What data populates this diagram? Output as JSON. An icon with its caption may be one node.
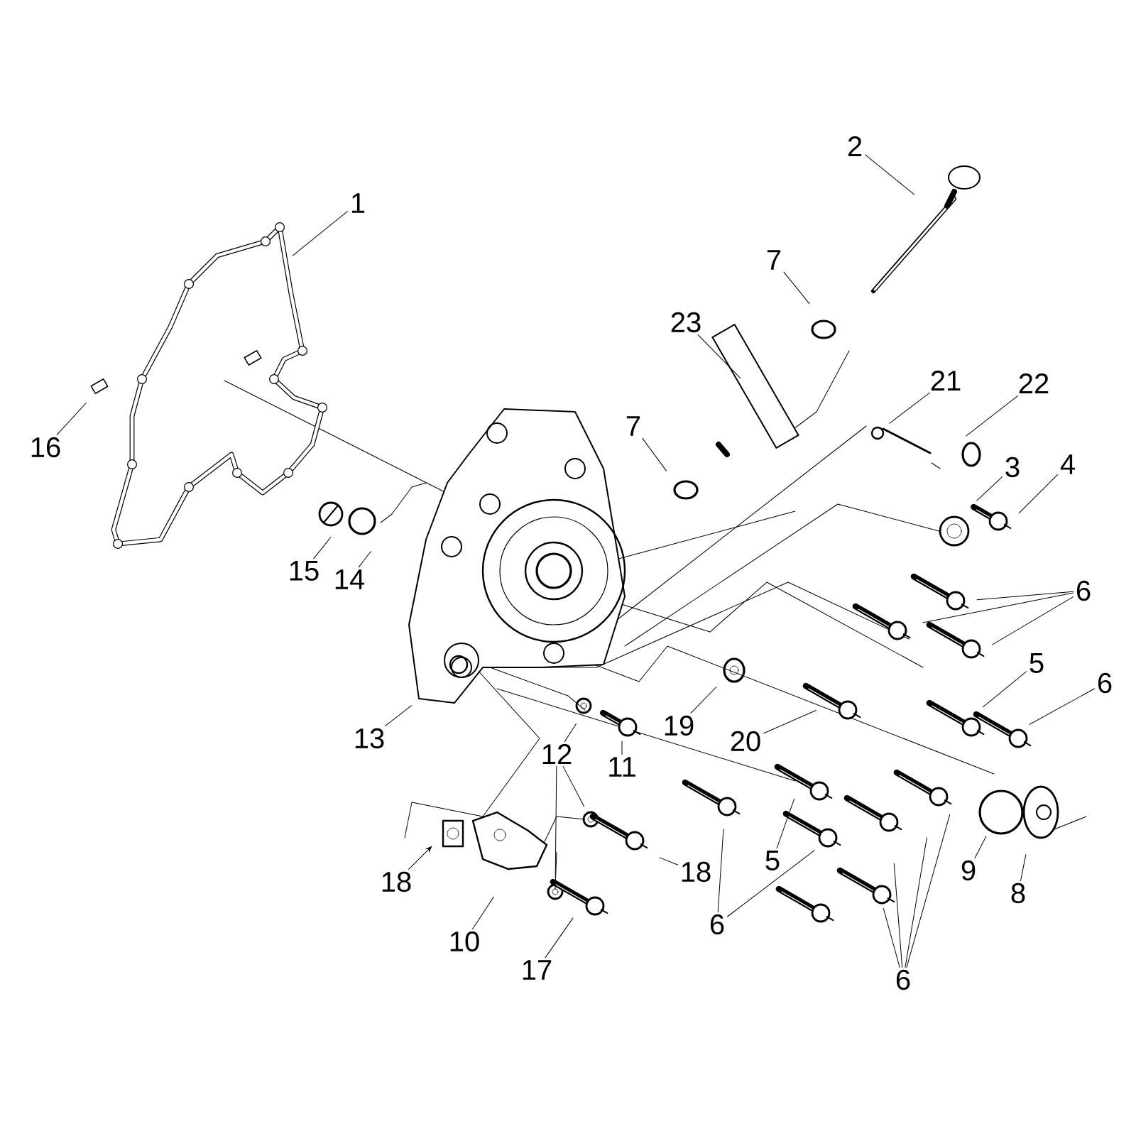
{
  "diagram": {
    "nodes": [
      {
        "text": [
          "2"
        ]
      },
      {
        "text": [
          "1"
        ]
      },
      {
        "text": [
          "7"
        ]
      },
      {
        "text": [
          "23"
        ]
      },
      {
        "text": [
          "21"
        ]
      },
      {
        "text": [
          "22"
        ]
      },
      {
        "text": [
          "7"
        ]
      },
      {
        "text": [
          "3"
        ]
      },
      {
        "text": [
          "4"
        ]
      },
      {
        "text": [
          "16"
        ]
      },
      {
        "text": [
          "15"
        ]
      },
      {
        "text": [
          "14"
        ]
      },
      {
        "text": [
          "6"
        ]
      },
      {
        "text": [
          "5"
        ]
      },
      {
        "text": [
          "6"
        ]
      },
      {
        "text": [
          "13"
        ]
      },
      {
        "text": [
          "12"
        ]
      },
      {
        "text": [
          "11"
        ]
      },
      {
        "text": [
          "19"
        ]
      },
      {
        "text": [
          "20"
        ]
      },
      {
        "text": [
          "18"
        ]
      },
      {
        "text": [
          "10"
        ]
      },
      {
        "text": [
          "17"
        ]
      },
      {
        "text": [
          "18"
        ]
      },
      {
        "text": [
          "5"
        ]
      },
      {
        "text": [
          "6"
        ]
      },
      {
        "text": [
          "9"
        ]
      },
      {
        "text": [
          "8"
        ]
      },
      {
        "text": [
          "6"
        ]
      }
    ],
    "edges": [
      {
        "from": 0,
        "to": null,
        "arrow": "none"
      },
      {
        "from": 1,
        "to": null,
        "arrow": "none"
      },
      {
        "from": 2,
        "to": null,
        "arrow": "none"
      },
      {
        "from": 3,
        "to": null,
        "arrow": "none"
      },
      {
        "from": 4,
        "to": null,
        "arrow": "none"
      },
      {
        "from": 5,
        "to": null,
        "arrow": "none"
      },
      {
        "from": 6,
        "to": null,
        "arrow": "none"
      },
      {
        "from": 7,
        "to": null,
        "arrow": "none"
      },
      {
        "from": 8,
        "to": null,
        "arrow": "none"
      },
      {
        "from": 9,
        "to": null,
        "arrow": "none"
      },
      {
        "from": 10,
        "to": null,
        "arrow": "none"
      },
      {
        "from": 11,
        "to": null,
        "arrow": "none"
      },
      {
        "from": 12,
        "to": null,
        "arrow": "none"
      },
      {
        "from": 12,
        "to": null,
        "arrow": "none"
      },
      {
        "from": 12,
        "to": null,
        "arrow": "none"
      },
      {
        "from": 13,
        "to": null,
        "arrow": "none"
      },
      {
        "from": 14,
        "to": null,
        "arrow": "none"
      },
      {
        "from": 15,
        "to": null,
        "arrow": "none"
      },
      {
        "from": 16,
        "to": null,
        "arrow": "none"
      },
      {
        "from": 16,
        "to": null,
        "arrow": "none"
      },
      {
        "from": 16,
        "to": null,
        "arrow": "none"
      },
      {
        "from": 17,
        "to": null,
        "arrow": "none"
      },
      {
        "from": 18,
        "to": null,
        "arrow": "none"
      },
      {
        "from": 19,
        "to": null,
        "arrow": "none"
      },
      {
        "from": 20,
        "to": null,
        "arrow": "to"
      },
      {
        "from": 21,
        "to": null,
        "arrow": "none"
      },
      {
        "from": 22,
        "to": null,
        "arrow": "none"
      },
      {
        "from": 23,
        "to": null,
        "arrow": "none"
      },
      {
        "from": 24,
        "to": null,
        "arrow": "none"
      },
      {
        "from": 25,
        "to": null,
        "arrow": "none"
      },
      {
        "from": 25,
        "to": null,
        "arrow": "none"
      },
      {
        "from": 26,
        "to": null,
        "arrow": "none"
      },
      {
        "from": 27,
        "to": null,
        "arrow": "none"
      },
      {
        "from": 28,
        "to": null,
        "arrow": "none"
      },
      {
        "from": 28,
        "to": null,
        "arrow": "none"
      },
      {
        "from": 28,
        "to": null,
        "arrow": "none"
      },
      {
        "from": 28,
        "to": null,
        "arrow": "none"
      }
    ]
  }
}
